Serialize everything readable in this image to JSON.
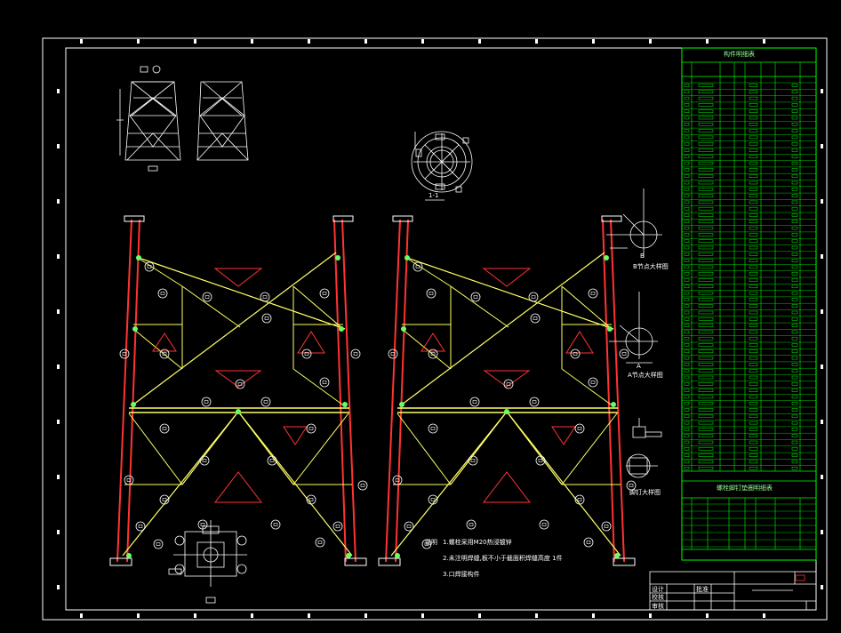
{
  "notes": {
    "heading": "说明",
    "line1": "1.螺栓采用M20热浸镀锌",
    "line2": "2.未注明焊缝,板不小于截面积焊缝高度 1件",
    "line3": "3.口焊接构件"
  },
  "views": {
    "section": "1-1",
    "detail_b_letter": "B",
    "detail_b_caption": "B节点大样图",
    "detail_a_letter": "A",
    "detail_a_caption": "A节点大样图",
    "detail_c_caption": "脚钉大样图"
  },
  "bom_table": {
    "title": "构件明细表"
  },
  "bolt_table": {
    "title": "螺栓脚钉垫圈明细表"
  },
  "title_block": {
    "c1": "设计",
    "c2": "校核",
    "c3": "审核",
    "c4": "批准"
  },
  "colors": {
    "background": "#000000",
    "line": "#ffffff",
    "member": "#ffff66",
    "leg": "#ff3333",
    "table": "#00ff00",
    "node": "#ff00ff"
  }
}
